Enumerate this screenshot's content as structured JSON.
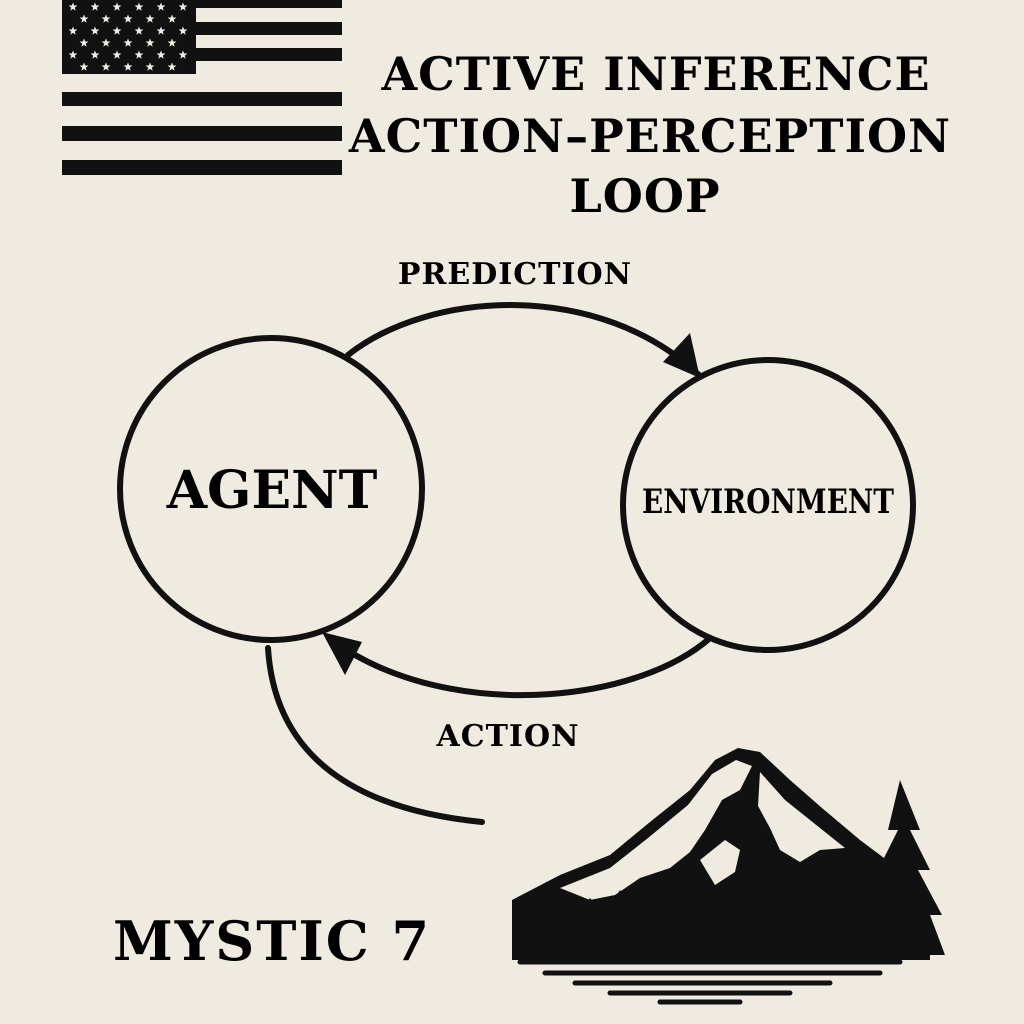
{
  "title": {
    "line1": "ACTIVE INFERENCE",
    "line2": "ACTION–PERCEPTION",
    "line3": "LOOP"
  },
  "nodes": {
    "agent": "AGENT",
    "environment": "ENVIRONMENT"
  },
  "edges": {
    "top": "PREDICTION",
    "bottom": "ACTION"
  },
  "brand": "MYSTIC 7",
  "colors": {
    "background": "#efebe0",
    "ink": "#111111"
  },
  "icons": [
    "us-flag-icon",
    "mountain-lake-icon"
  ]
}
